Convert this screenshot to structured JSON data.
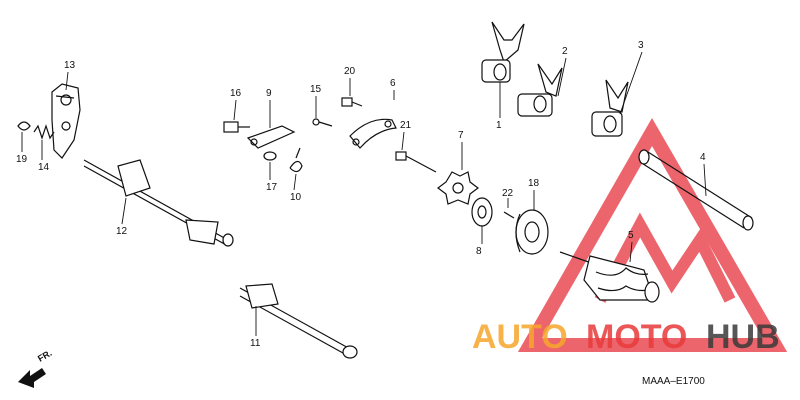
{
  "diagram_code": "MAAA–E1700",
  "front_arrow_label": "FR.",
  "watermark": {
    "text_a": "AUTO",
    "text_b": "MOTO",
    "text_c": "HUB",
    "color_a": "#f6a62a",
    "color_b": "#e83a3a",
    "color_c": "#3a3a3a",
    "logo_color": "#e8323c"
  },
  "callouts": [
    {
      "id": "13",
      "label": "13"
    },
    {
      "id": "19",
      "label": "19"
    },
    {
      "id": "14",
      "label": "14"
    },
    {
      "id": "16",
      "label": "16"
    },
    {
      "id": "9",
      "label": "9"
    },
    {
      "id": "17",
      "label": "17"
    },
    {
      "id": "10",
      "label": "10"
    },
    {
      "id": "15",
      "label": "15"
    },
    {
      "id": "20",
      "label": "20"
    },
    {
      "id": "6",
      "label": "6"
    },
    {
      "id": "21",
      "label": "21"
    },
    {
      "id": "7",
      "label": "7"
    },
    {
      "id": "22",
      "label": "22"
    },
    {
      "id": "18",
      "label": "18"
    },
    {
      "id": "8",
      "label": "8"
    },
    {
      "id": "1",
      "label": "1"
    },
    {
      "id": "2",
      "label": "2"
    },
    {
      "id": "3",
      "label": "3"
    },
    {
      "id": "4",
      "label": "4"
    },
    {
      "id": "5",
      "label": "5"
    },
    {
      "id": "12",
      "label": "12"
    },
    {
      "id": "11",
      "label": "11"
    }
  ]
}
